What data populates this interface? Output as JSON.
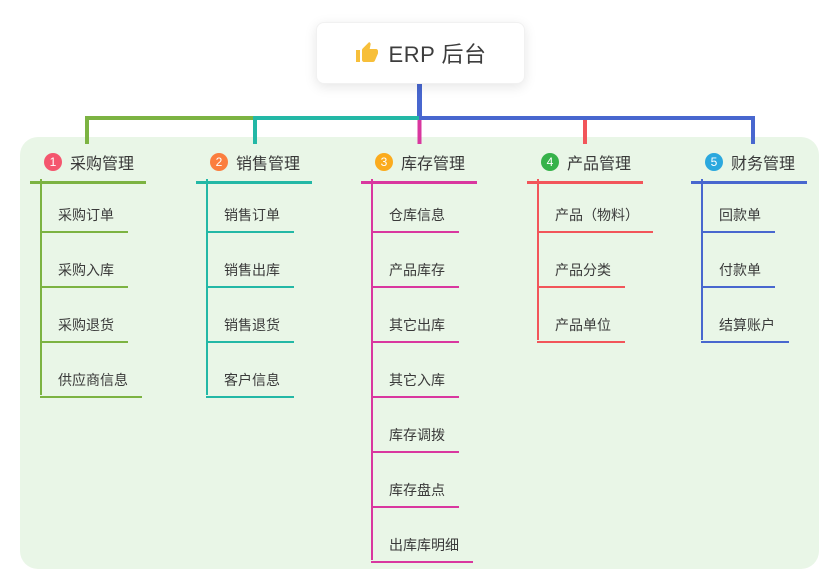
{
  "root": {
    "title": "ERP 后台",
    "icon": "thumbs-up-icon",
    "icon_color": "#f7bf3a",
    "line_color": "#4867cf",
    "card_bg": "#ffffff"
  },
  "panel": {
    "bg": "#e9f6e7"
  },
  "branches": [
    {
      "badge": "1",
      "label": "采购管理",
      "badge_color": "#f4566e",
      "color": "#7cb342",
      "children": [
        {
          "label": "采购订单"
        },
        {
          "label": "采购入库"
        },
        {
          "label": "采购退货"
        },
        {
          "label": "供应商信息"
        }
      ]
    },
    {
      "badge": "2",
      "label": "销售管理",
      "badge_color": "#fb7e3f",
      "color": "#23b8a6",
      "children": [
        {
          "label": "销售订单"
        },
        {
          "label": "销售出库"
        },
        {
          "label": "销售退货"
        },
        {
          "label": "客户信息"
        }
      ]
    },
    {
      "badge": "3",
      "label": "库存管理",
      "badge_color": "#fbab1d",
      "color": "#d9379f",
      "children": [
        {
          "label": "仓库信息"
        },
        {
          "label": "产品库存"
        },
        {
          "label": "其它出库"
        },
        {
          "label": "其它入库"
        },
        {
          "label": "库存调拨"
        },
        {
          "label": "库存盘点"
        },
        {
          "label": "出库库明细"
        }
      ]
    },
    {
      "badge": "4",
      "label": "产品管理",
      "badge_color": "#36b24a",
      "color": "#f2555a",
      "children": [
        {
          "label": "产品（物料）"
        },
        {
          "label": "产品分类"
        },
        {
          "label": "产品单位"
        }
      ]
    },
    {
      "badge": "5",
      "label": "财务管理",
      "badge_color": "#2ba8de",
      "color": "#4867cf",
      "children": [
        {
          "label": "回款单"
        },
        {
          "label": "付款单"
        },
        {
          "label": "结算账户"
        }
      ]
    }
  ]
}
